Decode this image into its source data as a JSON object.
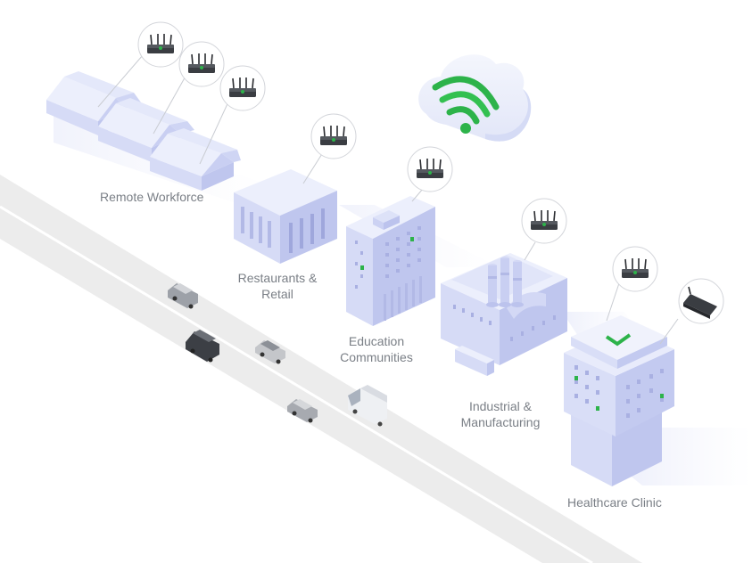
{
  "labels": {
    "remote_workforce": "Remote Workforce",
    "restaurants_line1": "Restaurants &",
    "restaurants_line2": "Retail",
    "education_line1": "Education",
    "education_line2": "Communities",
    "industrial_line1": "Industrial &",
    "industrial_line2": "Manufacturing",
    "healthcare": "Healthcare Clinic"
  },
  "icons": {
    "cloud": "cloud-wifi-icon",
    "router": "router-icon",
    "access_point": "access-point-icon"
  },
  "colors": {
    "building_light": "#eceffc",
    "building_mid": "#d6dbf6",
    "building_dark": "#bfc6ee",
    "window": "#b2b9e6",
    "accent_green": "#2db34a",
    "road": "#ececec",
    "label_text": "#7a7f86"
  }
}
